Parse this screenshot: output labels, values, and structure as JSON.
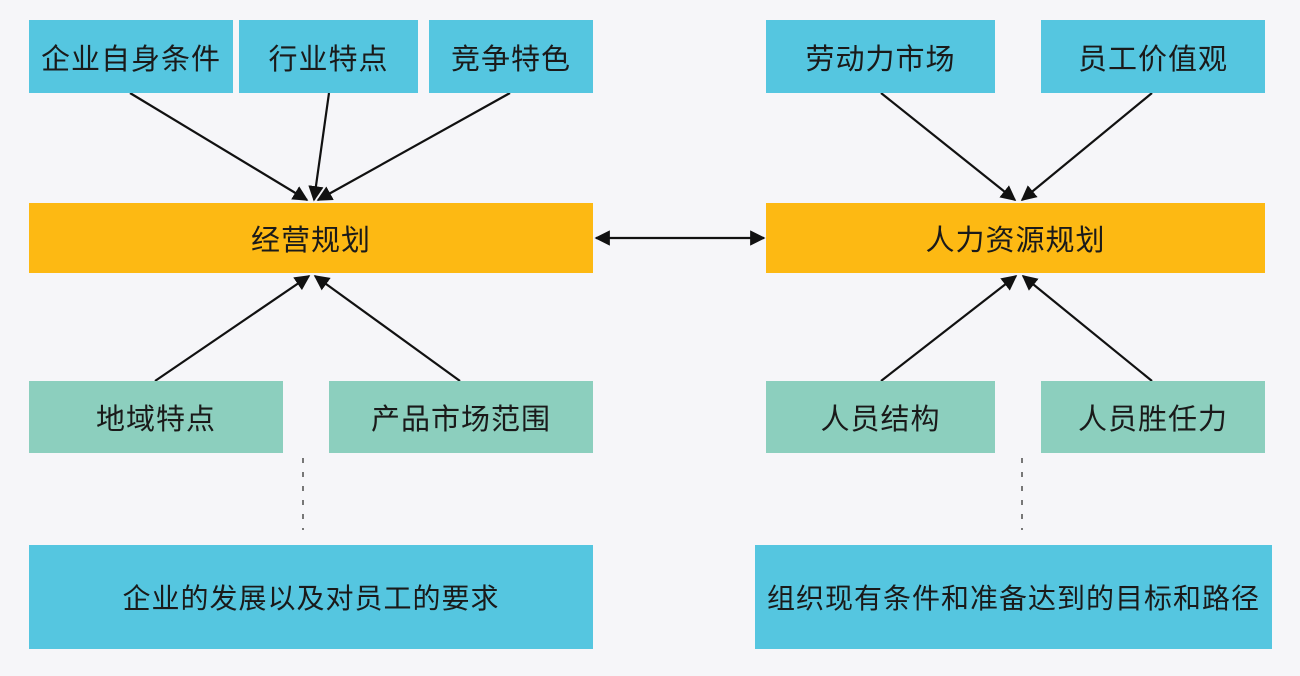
{
  "left": {
    "top_factors": [
      "企业自身条件",
      "行业特点",
      "竞争特色"
    ],
    "center": "经营规划",
    "bottom_factors": [
      "地域特点",
      "产品市场范围"
    ],
    "outcome": "企业的发展以及对员工的要求"
  },
  "right": {
    "top_factors": [
      "劳动力市场",
      "员工价值观"
    ],
    "center": "人力资源规划",
    "bottom_factors": [
      "人员结构",
      "人员胜任力"
    ],
    "outcome": "组织现有条件和准备达到的目标和路径"
  },
  "colors": {
    "factor_top": "#55c6e0",
    "center": "#fdb913",
    "factor_bottom": "#8ccfbe",
    "outcome": "#55c6e0",
    "arrow": "#111111",
    "background": "#f6f6f9"
  }
}
